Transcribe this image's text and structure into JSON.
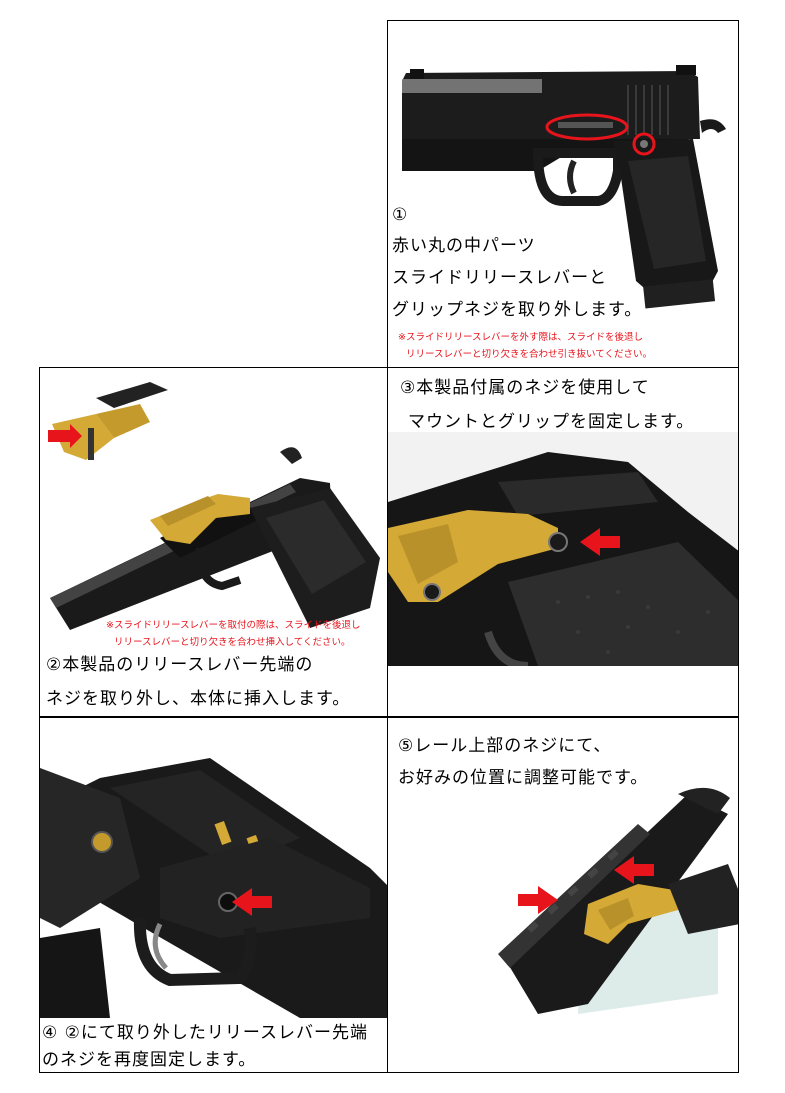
{
  "colors": {
    "red": "#e8141c",
    "gold": "#d4a935",
    "gun": "#1b1b1b"
  },
  "step1": {
    "num": "①",
    "line1": "赤い丸の中パーツ",
    "line2": "スライドリリースレバーと",
    "line3": "グリップネジを取り外します。",
    "note1": "※スライドリリースレバーを外す際は、スライドを後退し",
    "note2": "リリースレバーと切り欠きを合わせ引き抜いてください。"
  },
  "step2": {
    "note1": "※スライドリリースレバーを取付の際は、スライドを後退し",
    "note2": "リリースレバーと切り欠きを合わせ挿入してください。",
    "line1": "②本製品のリリースレバー先端の",
    "line2": "ネジを取り外し、本体に挿入します。"
  },
  "step3": {
    "line1": "③本製品付属のネジを使用して",
    "line2": "マウントとグリップを固定します。"
  },
  "step4": {
    "line1": "④ ②にて取り外したリリースレバー先端",
    "line2": "のネジを再度固定します。"
  },
  "step5": {
    "line1": "⑤レール上部のネジにて、",
    "line2": "お好みの位置に調整可能です。"
  }
}
